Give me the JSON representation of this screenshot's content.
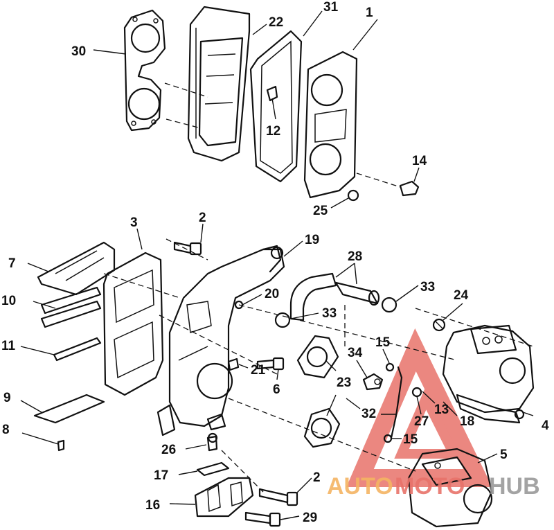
{
  "callouts": {
    "c1": "1",
    "c22": "22",
    "c31": "31",
    "c30": "30",
    "c12": "12",
    "c14": "14",
    "c25": "25",
    "c2a": "2",
    "c3": "3",
    "c19": "19",
    "c7": "7",
    "c28": "28",
    "c33a": "33",
    "c10": "10",
    "c20": "20",
    "c24": "24",
    "c33b": "33",
    "c11": "11",
    "c15a": "15",
    "c34": "34",
    "c21": "21",
    "c6": "6",
    "c23": "23",
    "c9": "9",
    "c13": "13",
    "c4": "4",
    "c32": "32",
    "c27": "27",
    "c18": "18",
    "c8": "8",
    "c15b": "15",
    "c26": "26",
    "c5": "5",
    "c17": "17",
    "c2b": "2",
    "c16": "16",
    "c29": "29"
  },
  "watermark": {
    "text_left": "AUTO",
    "text_middle": "MOTO",
    "text_right": "HUB",
    "color_orange": "#f4b463",
    "color_red": "#e8736a",
    "color_gray": "#9a9a9a"
  }
}
